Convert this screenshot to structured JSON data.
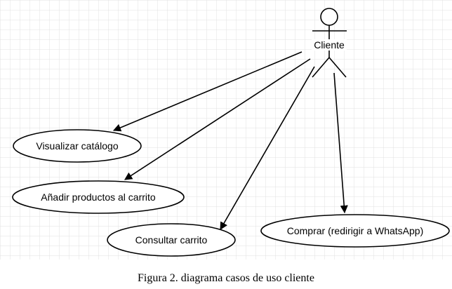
{
  "actor": {
    "label": "Cliente"
  },
  "use_cases": [
    {
      "id": "uc1",
      "label": "Visualizar catálogo"
    },
    {
      "id": "uc2",
      "label": "Añadir productos al carrito"
    },
    {
      "id": "uc3",
      "label": "Consultar carrito"
    },
    {
      "id": "uc4",
      "label": "Comprar (redirigir a WhatsApp)"
    }
  ],
  "caption": "Figura 2. diagrama casos de uso cliente",
  "colors": {
    "line": "#000000",
    "grid": "#d9d9d9",
    "background": "#ffffff"
  }
}
